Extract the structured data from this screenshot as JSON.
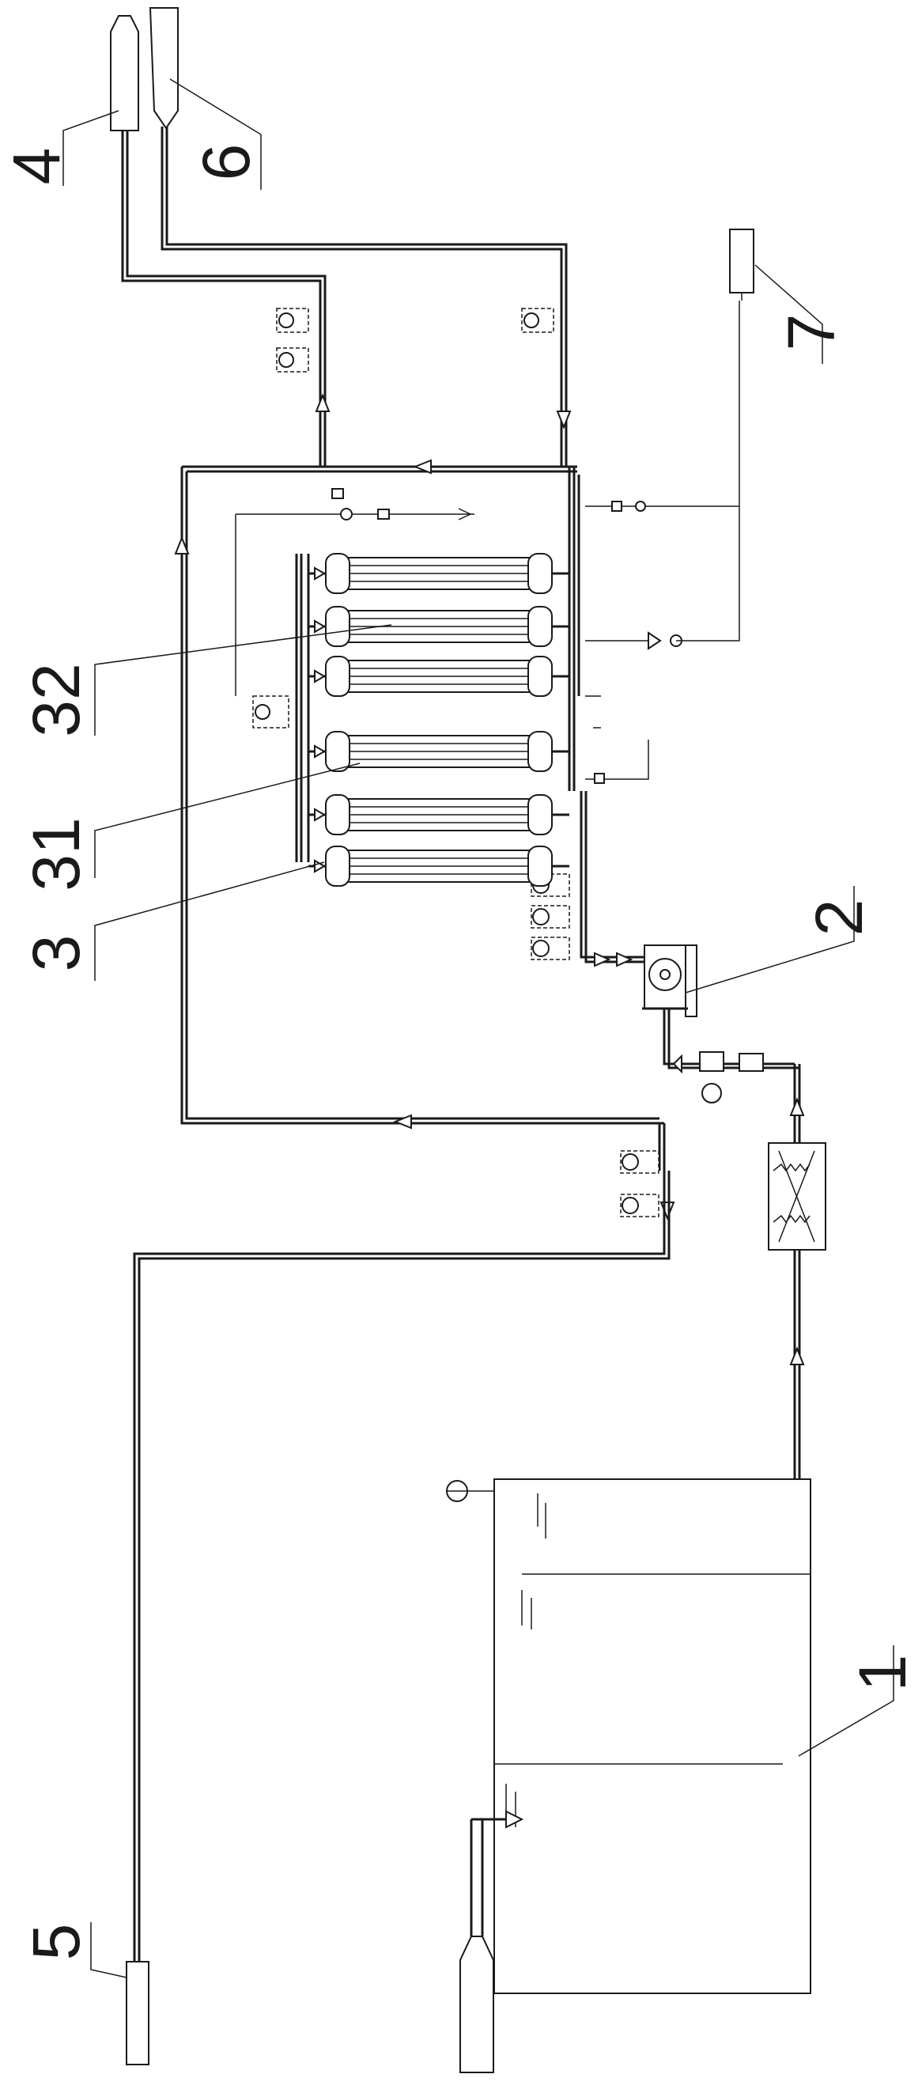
{
  "labels": {
    "l1": "1",
    "l2": "2",
    "l3": "3",
    "l31": "31",
    "l32": "32",
    "l4": "4",
    "l5": "5",
    "l6": "6",
    "l7": "7"
  }
}
